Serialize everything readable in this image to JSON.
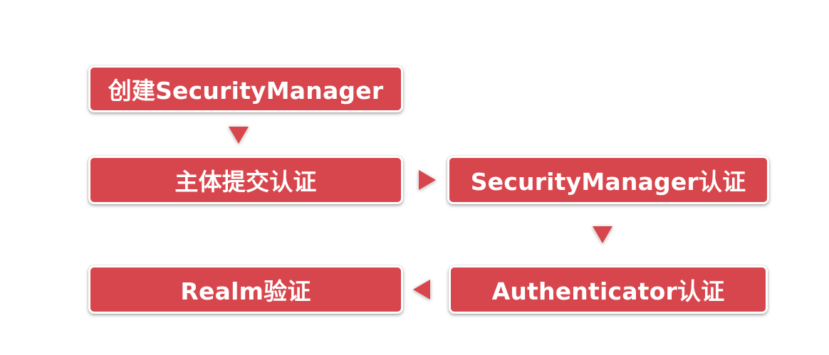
{
  "colors": {
    "box_fill": "#d8464d",
    "box_border": "#ffffff",
    "text": "#ffffff",
    "background": "#ffffff"
  },
  "steps": [
    {
      "label": "创建SecurityManager"
    },
    {
      "label": "主体提交认证"
    },
    {
      "label": "SecurityManager认证"
    },
    {
      "label": "Authenticator认证"
    },
    {
      "label": "Realm验证"
    }
  ]
}
